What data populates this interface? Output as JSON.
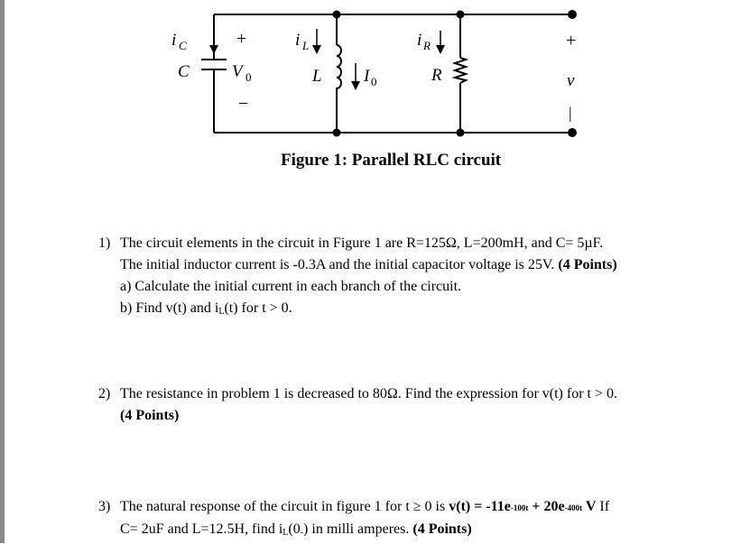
{
  "figure": {
    "caption": "Figure 1: Parallel RLC circuit",
    "labels": {
      "ic_i": "i",
      "ic_sub": "C",
      "cap_name": "C",
      "v0_plus": "+",
      "v0_v": "V",
      "v0_sub": "0",
      "v0_minus": "−",
      "il_i": "i",
      "il_sub": "L",
      "ind_name": "L",
      "i0_i": "I",
      "i0_sub": "0",
      "ir_i": "i",
      "ir_sub": "R",
      "res_name": "R",
      "v_plus": "+",
      "v_name": "v",
      "v_minus": "|"
    }
  },
  "problems": [
    {
      "number": "1)",
      "lines": [
        "The circuit elements in the circuit in Figure 1 are R=125Ω, L=200mH, and C= 5µF.",
        "The initial inductor current is -0.3A and the initial capacitor voltage is 25V.",
        "a) Calculate the initial current in each branch of the circuit.",
        "b) Find v(t) and i",
        "L",
        "(t) for t > 0."
      ],
      "points": "(4 Points)"
    },
    {
      "number": "2)",
      "line1": "The resistance in problem 1 is decreased to 80Ω. Find the expression for v(t) for t > 0.",
      "points": "(4 Points)"
    },
    {
      "number": "3)",
      "pre": "The natural response of the circuit in figure 1 for t ≥ 0 is ",
      "eq_v": "v(t) = -11e",
      "eq_exp1": "-100t",
      "eq_plus": " + 20e",
      "eq_exp2": "-400t",
      "eq_unit": " V",
      "post": " If",
      "line2_pre": "C= 2uF and L=12.5H, find i",
      "line2_sub": "L",
      "line2_mid": "(0",
      "line2_sub2": "-",
      "line2_post": ") in milli amperes. ",
      "points": "(4 Points)"
    }
  ]
}
